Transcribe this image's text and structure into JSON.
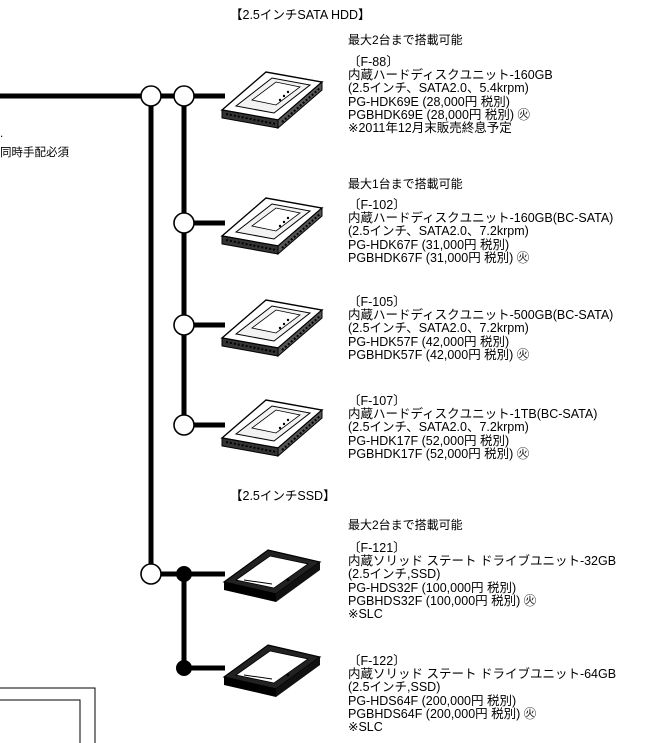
{
  "sections": {
    "hdd_header": "【2.5インチSATA HDD】",
    "ssd_header": "【2.5インチSSD】"
  },
  "notes": {
    "hdd_max2": "最大2台まで搭載可能",
    "hdd_max1": "最大1台まで搭載可能",
    "ssd_max2": "最大2台まで搭載可能"
  },
  "left_fragments": {
    "dot": ".",
    "required": "同時手配必須"
  },
  "products": [
    {
      "id": "f88",
      "lines": [
        "〔F-88〕",
        "内蔵ハードディスクユニット-160GB",
        "(2.5インチ、SATA2.0、5.4krpm)",
        "PG-HDK69E (28,000円 税別)",
        "PGBHDK69E (28,000円 税別) ㊋",
        "※2011年12月末販売終息予定"
      ]
    },
    {
      "id": "f102",
      "lines": [
        "〔F-102〕",
        "内蔵ハードディスクユニット-160GB(BC-SATA)",
        "(2.5インチ、SATA2.0、7.2krpm)",
        "PG-HDK67F (31,000円 税別)",
        "PGBHDK67F (31,000円 税別) ㊋"
      ]
    },
    {
      "id": "f105",
      "lines": [
        "〔F-105〕",
        "内蔵ハードディスクユニット-500GB(BC-SATA)",
        "(2.5インチ、SATA2.0、7.2krpm)",
        "PG-HDK57F (42,000円 税別)",
        "PGBHDK57F (42,000円 税別) ㊋"
      ]
    },
    {
      "id": "f107",
      "lines": [
        "〔F-107〕",
        "内蔵ハードディスクユニット-1TB(BC-SATA)",
        "(2.5インチ、SATA2.0、7.2krpm)",
        "PG-HDK17F (52,000円 税別)",
        "PGBHDK17F (52,000円 税別) ㊋"
      ]
    },
    {
      "id": "f121",
      "lines": [
        "〔F-121〕",
        "内蔵ソリッド ステート ドライブユニット-32GB",
        "(2.5インチ,SSD)",
        "PG-HDS32F (100,000円 税別)",
        "PGBHDS32F (100,000円 税別) ㊋",
        "※SLC"
      ]
    },
    {
      "id": "f122",
      "lines": [
        "〔F-122〕",
        "内蔵ソリッド ステート ドライブユニット-64GB",
        "(2.5インチ,SSD)",
        "PG-HDS64F (200,000円 税別)",
        "PGBHDS64F (200,000円 税別) ㊋",
        "※SLC"
      ]
    }
  ]
}
